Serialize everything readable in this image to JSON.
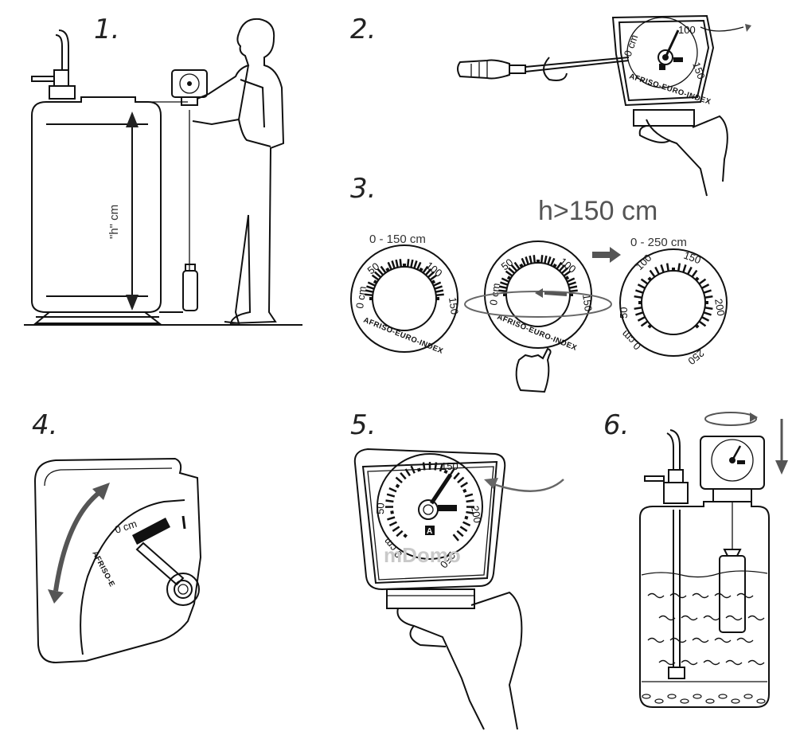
{
  "steps": [
    {
      "number": "1."
    },
    {
      "number": "2."
    },
    {
      "number": "3."
    },
    {
      "number": "4."
    },
    {
      "number": "5."
    },
    {
      "number": "6."
    }
  ],
  "step1": {
    "height_label": "\"h\" cm"
  },
  "step2": {
    "dial": {
      "t0": "0 cm",
      "t100": "100",
      "t150": "150",
      "brand": "AFRISO-EURO-INDEX"
    }
  },
  "step3": {
    "condition": "h>150 cm",
    "dial_a": {
      "range": "0 - 150 cm",
      "t0": "0 cm",
      "t50": "50",
      "t100": "100",
      "t150": "150",
      "brand": "AFRISO-EURO-INDEX"
    },
    "dial_b": {
      "t0": "0 cm",
      "t50": "50",
      "t100": "100",
      "t150": "150",
      "brand": "AFRISO-EURO-INDEX"
    },
    "dial_c": {
      "range": "0 - 250 cm",
      "t0": "0 cm",
      "t50": "50",
      "t100": "100",
      "t150": "150",
      "t200": "200",
      "t250": "250"
    }
  },
  "step4": {
    "t0": "0 cm",
    "brand": "AFRISO-E"
  },
  "step5": {
    "t0": "0 cm",
    "t50": "50",
    "t150": "150",
    "t200": "200",
    "t250": "250",
    "logo": "A",
    "watermark": "mDomo"
  }
}
